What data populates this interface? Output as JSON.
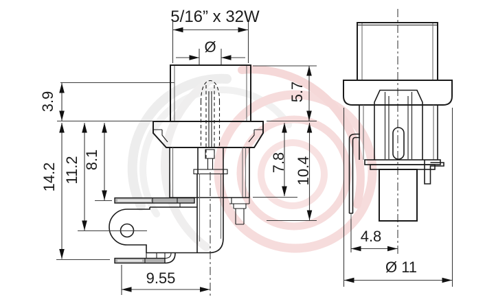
{
  "annotations": {
    "thread_spec": "5/16” x 32W",
    "bore_diameter": "Ø",
    "dim_3_9": "3.9",
    "dim_14_2": "14.2",
    "dim_11_2": "11.2",
    "dim_8_1": "8.1",
    "dim_9_55": "9.55",
    "dim_5_7": "5.7",
    "dim_7_8": "7.8",
    "dim_10_4": "10.4",
    "dim_4_8": "4.8",
    "dim_flange_diameter": "Ø 11"
  },
  "colors": {
    "outline": "#1a1a1a",
    "dimension_line": "#3a3a3a",
    "pin_fill": "#b0b0b0",
    "watermark_red": "#f6dcdc",
    "watermark_gray": "#ededed",
    "background": "#ffffff"
  }
}
